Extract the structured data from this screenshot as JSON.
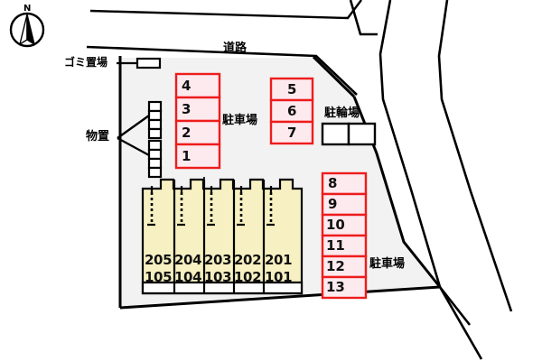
{
  "map": {
    "title": "apartment-site-plan",
    "colors": {
      "site_fill": "#f2f2f2",
      "stall_stroke": "#ee1c1c",
      "stall_fill": "#fdeaef",
      "building_fill": "#f6f0c2",
      "line": "#000000",
      "white": "#ffffff"
    }
  },
  "compass": {
    "north_label": "N"
  },
  "labels": {
    "road_top": "道路",
    "garbage": "ゴミ置場",
    "storage": "物置",
    "parking_north": "駐車場",
    "parking_east": "駐車場",
    "bicycle_parking": "駐輪場"
  },
  "parking": {
    "north_block": {
      "label": "駐車場",
      "stalls": [
        "4",
        "3",
        "2",
        "1"
      ]
    },
    "north_right_block": {
      "stalls": [
        "5",
        "6",
        "7"
      ]
    },
    "east_block": {
      "label": "駐車場",
      "stalls": [
        "8",
        "9",
        "10",
        "11",
        "12",
        "13"
      ]
    }
  },
  "bicycle_parking": {
    "label": "駐輪場",
    "bays": [
      "",
      ""
    ]
  },
  "storage": {
    "label": "物置",
    "upper_units": [
      "",
      "",
      "",
      "",
      ""
    ],
    "lower_units": [
      "",
      "",
      "",
      "",
      ""
    ]
  },
  "garbage_area": {
    "label": "ゴミ置場"
  },
  "building": {
    "units": [
      {
        "upper": "205",
        "lower": "105"
      },
      {
        "upper": "204",
        "lower": "104"
      },
      {
        "upper": "203",
        "lower": "103"
      },
      {
        "upper": "202",
        "lower": "102"
      },
      {
        "upper": "201",
        "lower": "101"
      }
    ]
  }
}
